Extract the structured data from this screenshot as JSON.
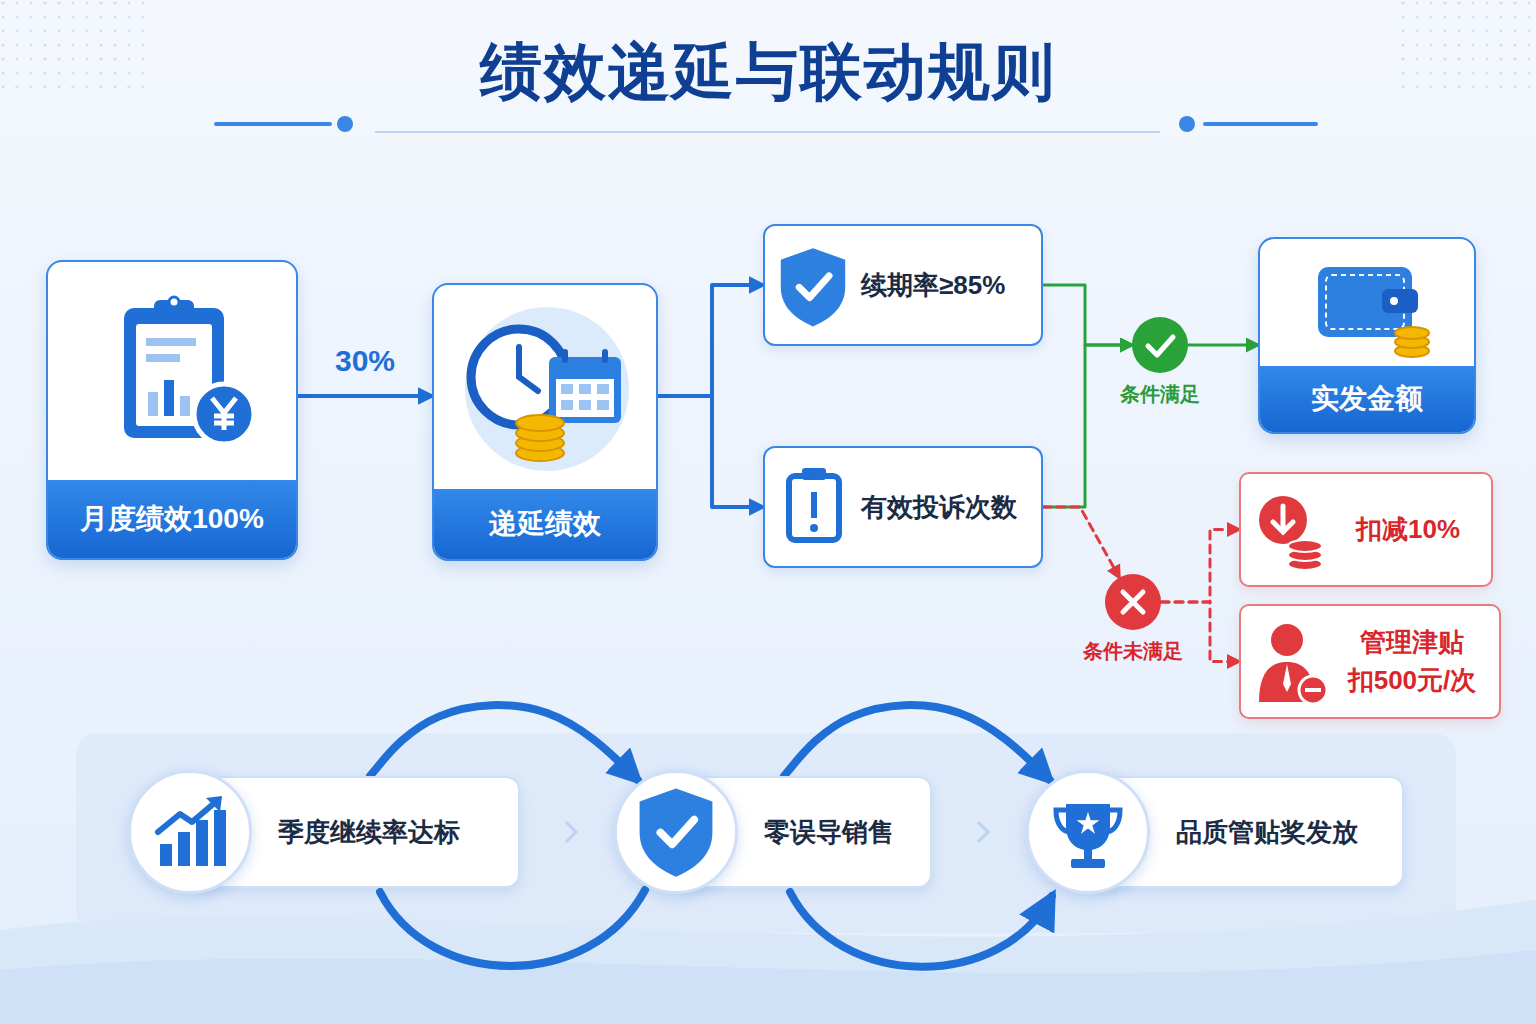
{
  "diagram": {
    "title": "绩效递延与联动规则",
    "nodes": [
      {
        "text": [
          "月度绩效100%"
        ]
      },
      {
        "text": [
          "递延绩效"
        ]
      },
      {
        "text": [
          "续期率≥85%"
        ]
      },
      {
        "text": [
          "有效投诉次数"
        ]
      },
      {
        "text": [
          "条件满足"
        ]
      },
      {
        "text": [
          "实发金额"
        ]
      },
      {
        "text": [
          "条件未满足"
        ]
      },
      {
        "text": [
          "扣减10%"
        ]
      },
      {
        "text": [
          "管理津贴 扣500元/次"
        ]
      },
      {
        "text": [
          "季度继续率达标"
        ]
      },
      {
        "text": [
          "零误导销售"
        ]
      },
      {
        "text": [
          "品质管贴奖发放"
        ]
      }
    ],
    "edges": [
      {
        "from": 0,
        "to": 1,
        "label": "30%",
        "arrow": "to"
      },
      {
        "from": 1,
        "to": 2,
        "arrow": "to"
      },
      {
        "from": 1,
        "to": 3,
        "arrow": "to"
      },
      {
        "from": 2,
        "to": 4,
        "arrow": "to"
      },
      {
        "from": 3,
        "to": 4,
        "arrow": "to"
      },
      {
        "from": 3,
        "to": 6,
        "arrow": "to"
      },
      {
        "from": 4,
        "to": 5,
        "arrow": "to"
      },
      {
        "from": 6,
        "to": 7,
        "arrow": "to"
      },
      {
        "from": 6,
        "to": 8,
        "arrow": "to"
      },
      {
        "from": 9,
        "to": 10,
        "arrow": "to"
      },
      {
        "from": 10,
        "to": 11,
        "arrow": "to"
      }
    ]
  }
}
